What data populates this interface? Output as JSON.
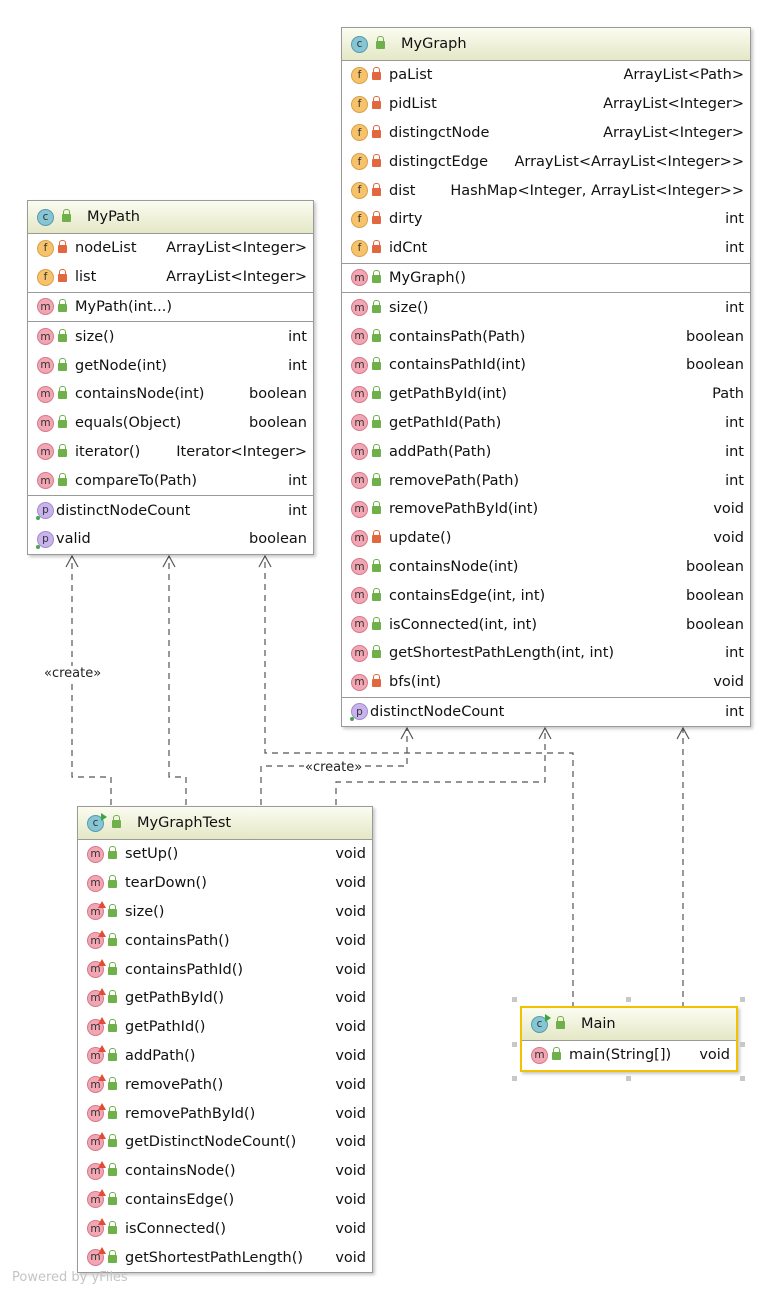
{
  "classes": {
    "mygraph": {
      "name": "MyGraph",
      "sections": [
        [
          {
            "kind": "f",
            "access": "private",
            "name": "paList",
            "type": "ArrayList<Path>"
          },
          {
            "kind": "f",
            "access": "private",
            "name": "pidList",
            "type": "ArrayList<Integer>"
          },
          {
            "kind": "f",
            "access": "private",
            "name": "distingctNode",
            "type": "ArrayList<Integer>"
          },
          {
            "kind": "f",
            "access": "private",
            "name": "distingctEdge",
            "type": "ArrayList<ArrayList<Integer>>"
          },
          {
            "kind": "f",
            "access": "private",
            "name": "dist",
            "type": "HashMap<Integer, ArrayList<Integer>>"
          },
          {
            "kind": "f",
            "access": "private",
            "name": "dirty",
            "type": "int"
          },
          {
            "kind": "f",
            "access": "private",
            "name": "idCnt",
            "type": "int"
          }
        ],
        [
          {
            "kind": "m",
            "access": "public",
            "name": "MyGraph()",
            "type": ""
          }
        ],
        [
          {
            "kind": "m",
            "access": "public",
            "name": "size()",
            "type": "int"
          },
          {
            "kind": "m",
            "access": "public",
            "name": "containsPath(Path)",
            "type": "boolean"
          },
          {
            "kind": "m",
            "access": "public",
            "name": "containsPathId(int)",
            "type": "boolean"
          },
          {
            "kind": "m",
            "access": "public",
            "name": "getPathById(int)",
            "type": "Path"
          },
          {
            "kind": "m",
            "access": "public",
            "name": "getPathId(Path)",
            "type": "int"
          },
          {
            "kind": "m",
            "access": "public",
            "name": "addPath(Path)",
            "type": "int"
          },
          {
            "kind": "m",
            "access": "public",
            "name": "removePath(Path)",
            "type": "int"
          },
          {
            "kind": "m",
            "access": "public",
            "name": "removePathById(int)",
            "type": "void"
          },
          {
            "kind": "m",
            "access": "private",
            "name": "update()",
            "type": "void"
          },
          {
            "kind": "m",
            "access": "public",
            "name": "containsNode(int)",
            "type": "boolean"
          },
          {
            "kind": "m",
            "access": "public",
            "name": "containsEdge(int, int)",
            "type": "boolean"
          },
          {
            "kind": "m",
            "access": "public",
            "name": "isConnected(int, int)",
            "type": "boolean"
          },
          {
            "kind": "m",
            "access": "public",
            "name": "getShortestPathLength(int, int)",
            "type": "int"
          },
          {
            "kind": "m",
            "access": "private",
            "name": "bfs(int)",
            "type": "void"
          }
        ],
        [
          {
            "kind": "p",
            "access": "none",
            "name": "distinctNodeCount",
            "type": "int"
          }
        ]
      ]
    },
    "mypath": {
      "name": "MyPath",
      "sections": [
        [
          {
            "kind": "f",
            "access": "private",
            "name": "nodeList",
            "type": "ArrayList<Integer>"
          },
          {
            "kind": "f",
            "access": "private",
            "name": "list",
            "type": "ArrayList<Integer>"
          }
        ],
        [
          {
            "kind": "m",
            "access": "public",
            "name": "MyPath(int...)",
            "type": ""
          }
        ],
        [
          {
            "kind": "m",
            "access": "public",
            "name": "size()",
            "type": "int"
          },
          {
            "kind": "m",
            "access": "public",
            "name": "getNode(int)",
            "type": "int"
          },
          {
            "kind": "m",
            "access": "public",
            "name": "containsNode(int)",
            "type": "boolean"
          },
          {
            "kind": "m",
            "access": "public",
            "name": "equals(Object)",
            "type": "boolean"
          },
          {
            "kind": "m",
            "access": "public",
            "name": "iterator()",
            "type": "Iterator<Integer>"
          },
          {
            "kind": "m",
            "access": "public",
            "name": "compareTo(Path)",
            "type": "int"
          }
        ],
        [
          {
            "kind": "p",
            "access": "none",
            "name": "distinctNodeCount",
            "type": "int"
          },
          {
            "kind": "p",
            "access": "none",
            "name": "valid",
            "type": "boolean"
          }
        ]
      ]
    },
    "mygraphtest": {
      "name": "MyGraphTest",
      "sections": [
        [
          {
            "kind": "m",
            "access": "public",
            "name": "setUp()",
            "type": "void"
          },
          {
            "kind": "m",
            "access": "public",
            "name": "tearDown()",
            "type": "void"
          },
          {
            "kind": "t",
            "access": "public",
            "name": "size()",
            "type": "void"
          },
          {
            "kind": "t",
            "access": "public",
            "name": "containsPath()",
            "type": "void"
          },
          {
            "kind": "t",
            "access": "public",
            "name": "containsPathId()",
            "type": "void"
          },
          {
            "kind": "t",
            "access": "public",
            "name": "getPathById()",
            "type": "void"
          },
          {
            "kind": "t",
            "access": "public",
            "name": "getPathId()",
            "type": "void"
          },
          {
            "kind": "t",
            "access": "public",
            "name": "addPath()",
            "type": "void"
          },
          {
            "kind": "t",
            "access": "public",
            "name": "removePath()",
            "type": "void"
          },
          {
            "kind": "t",
            "access": "public",
            "name": "removePathById()",
            "type": "void"
          },
          {
            "kind": "t",
            "access": "public",
            "name": "getDistinctNodeCount()",
            "type": "void"
          },
          {
            "kind": "t",
            "access": "public",
            "name": "containsNode()",
            "type": "void"
          },
          {
            "kind": "t",
            "access": "public",
            "name": "containsEdge()",
            "type": "void"
          },
          {
            "kind": "t",
            "access": "public",
            "name": "isConnected()",
            "type": "void"
          },
          {
            "kind": "t",
            "access": "public",
            "name": "getShortestPathLength()",
            "type": "void"
          }
        ]
      ]
    },
    "main": {
      "name": "Main",
      "sections": [
        [
          {
            "kind": "m",
            "access": "public",
            "name": "main(String[])",
            "type": "void"
          }
        ]
      ]
    }
  },
  "edge_labels": {
    "create_left": "«create»",
    "create_right": "«create»"
  },
  "icon_letters": {
    "c": "c",
    "f": "f",
    "m": "m",
    "t": "m",
    "p": "p"
  },
  "colors": {
    "header_top": "#fbfcf0",
    "header_bottom": "#e4e8c6",
    "selection": "#f2c200",
    "edge": "#555555"
  },
  "watermark": "Powered by yFiles"
}
